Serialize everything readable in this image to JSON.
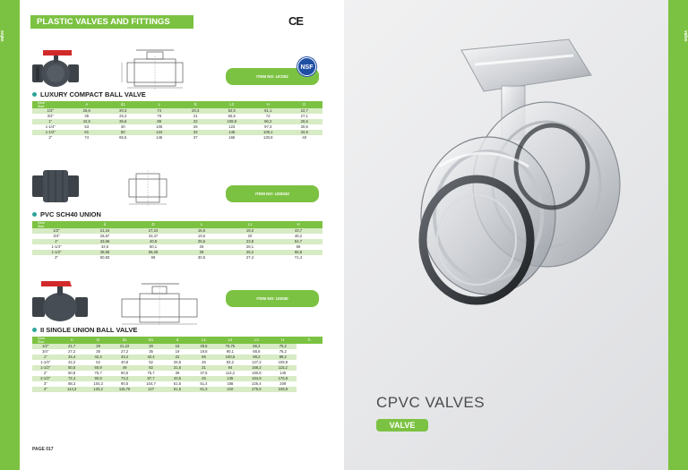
{
  "edge_tabs": {
    "left": "valve",
    "right": "valve"
  },
  "header": {
    "title": "PLASTIC VALVES AND FITTINGS",
    "ce_mark": "CE"
  },
  "colors": {
    "accent_green": "#7cc242",
    "row_stripe": "#d7ebc4",
    "bullet": "#2fa39a",
    "valve_grey": "#3c4248",
    "handle_red": "#d22a2a"
  },
  "products": [
    {
      "item_no": "ITEM NO: UC002",
      "badge": "NSF",
      "heading": "LUXURY COMPACT BALL VALVE",
      "columns": [
        "A",
        "d1",
        "L",
        "l1",
        "L2",
        "H",
        "D"
      ],
      "size_label": [
        "Nom",
        "Size"
      ],
      "rows": [
        [
          "1/2\"",
          "25,6",
          "20,3",
          "74",
          "20,3",
          "52,5",
          "61,1",
          "22,7"
        ],
        [
          "3/4\"",
          "35",
          "25,3",
          "78",
          "21",
          "65,5",
          "72",
          "27,1"
        ],
        [
          "1\"",
          "42,5",
          "35,6",
          "89",
          "22",
          "109,9",
          "90,2",
          "26,5"
        ],
        [
          "1-1/4\"",
          "53",
          "40",
          "105",
          "26",
          "123",
          "97,3",
          "30,6"
        ],
        [
          "1-1/2\"",
          "61",
          "50",
          "124",
          "32",
          "146",
          "109,1",
          "32,6"
        ],
        [
          "2\"",
          "74",
          "65,5",
          "145",
          "37",
          "166",
          "130,8",
          "40"
        ]
      ]
    },
    {
      "item_no": "ITEM NO: US0032",
      "heading": "PVC SCH40 UNION",
      "columns": [
        "d",
        "D",
        "L",
        "L1",
        "H"
      ],
      "size_label": [
        "Nom",
        "Size"
      ],
      "rows": [
        [
          "1/2\"",
          "21,24",
          "27,24",
          "16,5",
          "19,2",
          "43,7"
        ],
        [
          "3/4\"",
          "26,67",
          "33,47",
          "19,5",
          "20",
          "48,2"
        ],
        [
          "1\"",
          "33,66",
          "40,8",
          "25,5",
          "23,8",
          "54,7"
        ],
        [
          "1-1/4\"",
          "42,5",
          "50,1",
          "26",
          "28,1",
          "58"
        ],
        [
          "1-1/2\"",
          "48,55",
          "56,28",
          "28",
          "25,2",
          "66,8"
        ],
        [
          "2\"",
          "60,83",
          "69",
          "30,5",
          "27,4",
          "71,4"
        ]
      ]
    },
    {
      "item_no": "ITEM NO: US030",
      "heading": "II SINGLE UNION BALL VALVE",
      "columns": [
        "A",
        "D",
        "d1",
        "D1",
        "d",
        "L1",
        "L2",
        "L3",
        "H",
        "h"
      ],
      "size_label": [
        "Nom",
        "Size"
      ],
      "rows": [
        [
          "1/2\"",
          "21,7",
          "29",
          "21,22",
          "28",
          "16",
          "49,5",
          "76,75",
          "66,2",
          "75,2"
        ],
        [
          "3/4\"",
          "27,2",
          "35",
          "27,2",
          "35",
          "19",
          "19,8",
          "90,1",
          "88,8",
          "76,2"
        ],
        [
          "1\"",
          "34,4",
          "42,4",
          "33,2",
          "42,4",
          "22",
          "55",
          "100,5",
          "98,2",
          "88,2"
        ],
        [
          "1-1/4\"",
          "42,2",
          "52",
          "40,8",
          "52",
          "26,5",
          "26",
          "83,2",
          "127,2",
          "109,8"
        ],
        [
          "1-1/2\"",
          "50,5",
          "60,9",
          "49",
          "62",
          "31,5",
          "31",
          "94",
          "156,2",
          "115,2"
        ],
        [
          "2\"",
          "60,8",
          "75,7",
          "60,5",
          "75,7",
          "38",
          "37,5",
          "113,2",
          "160,8",
          "145"
        ],
        [
          "2-1/2\"",
          "72,4",
          "90,9",
          "73,2",
          "87,7",
          "43,5",
          "45",
          "135",
          "164,9",
          "176,8"
        ],
        [
          "3\"",
          "88,3",
          "104,3",
          "90,5",
          "104,7",
          "51,5",
          "51,4",
          "188",
          "226,4",
          "209"
        ],
        [
          "4\"",
          "114,3",
          "133,2",
          "115,75",
          "127",
          "61,5",
          "61,3",
          "210",
          "275,6",
          "249,8"
        ]
      ]
    }
  ],
  "footer": {
    "page": "PAGE 017"
  },
  "category": {
    "title": "CPVC VALVES",
    "badge": "VALVE"
  }
}
